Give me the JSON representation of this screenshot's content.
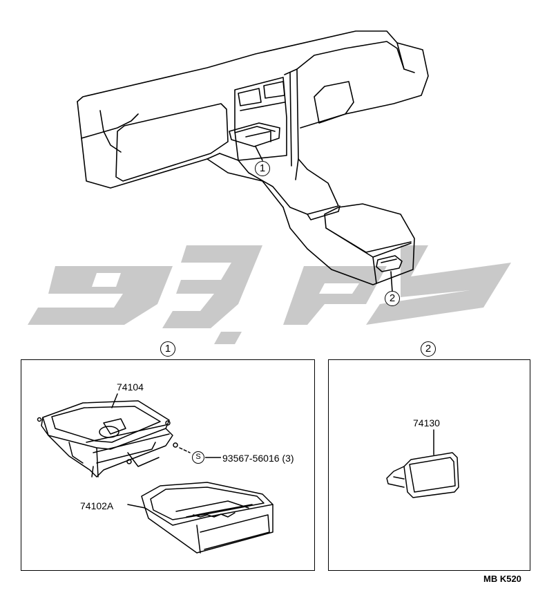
{
  "watermark": {
    "text": "تک پارت",
    "color": "#c8c8c8"
  },
  "overview": {
    "callout_1": "1",
    "callout_2": "2"
  },
  "panel1": {
    "header": "1",
    "part_upper": "74104",
    "part_lower": "74102A",
    "screw_symbol": "S",
    "screw_part": "93567-56016 (3)"
  },
  "panel2": {
    "header": "2",
    "part": "74130"
  },
  "footer": {
    "code": "MB K520"
  }
}
